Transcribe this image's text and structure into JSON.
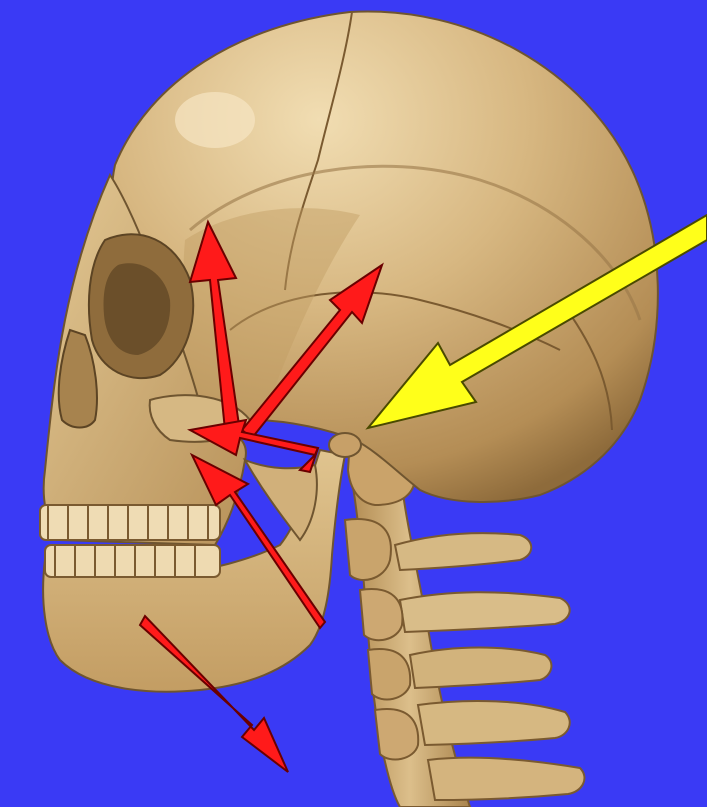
{
  "image": {
    "subject": "lateral-skull-with-cervical-spine",
    "colors": {
      "background": "#3a3af5",
      "bone_light": "#e9d3a4",
      "bone_mid": "#cfae76",
      "bone_dark": "#9c7a45",
      "bone_shadow": "#6f5530",
      "suture": "#7a5a30",
      "red_arrow": "#ff1a1a",
      "red_arrow_outline": "#6a0000",
      "yellow_arrow": "#ffff1a",
      "yellow_arrow_outline": "#4a4a00"
    },
    "arrows": [
      {
        "name": "red-arrow-up",
        "color": "red"
      },
      {
        "name": "red-arrow-up-back",
        "color": "red"
      },
      {
        "name": "red-arrow-forward-short",
        "color": "red"
      },
      {
        "name": "red-arrow-forward-long",
        "color": "red"
      },
      {
        "name": "red-arrow-down-out",
        "color": "red"
      },
      {
        "name": "yellow-arrow-to-tmj",
        "color": "yellow"
      }
    ]
  }
}
